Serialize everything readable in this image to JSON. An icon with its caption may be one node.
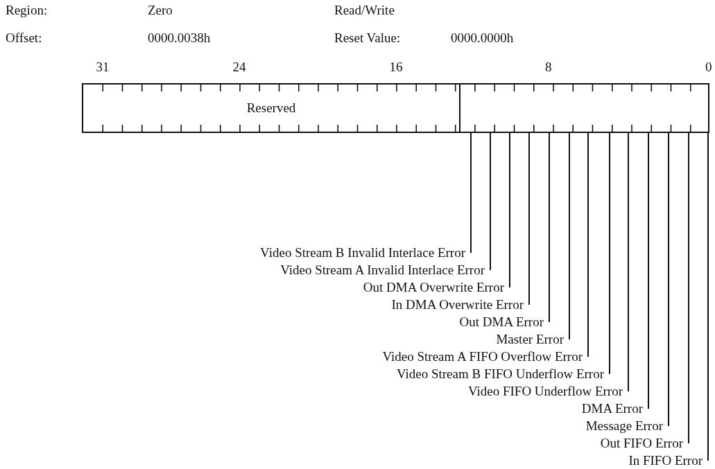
{
  "diagram": {
    "nodes": [
      {
        "text": [
          "Reserved"
        ]
      },
      {
        "text": [],
        "shape": "box"
      },
      {
        "text": [
          "Video Stream B Invalid Interlace Error"
        ]
      },
      {
        "text": [
          "Video Stream A Invalid Interlace Error"
        ]
      },
      {
        "text": [
          "Out DMA Overwrite Error"
        ]
      },
      {
        "text": [
          "In DMA Overwrite Error"
        ]
      },
      {
        "text": [
          "Out DMA Error"
        ]
      },
      {
        "text": [
          "Master Error"
        ]
      },
      {
        "text": [
          "Video Stream A FIFO Overflow Error"
        ]
      },
      {
        "text": [
          "Video Stream B FIFO Underflow Error"
        ]
      },
      {
        "text": [
          "Video FIFO Underflow Error"
        ]
      },
      {
        "text": [
          "DMA Error"
        ]
      },
      {
        "text": [
          "Message Error"
        ]
      },
      {
        "text": [
          "Out FIFO Error"
        ]
      },
      {
        "text": [
          "In FIFO Error"
        ]
      }
    ],
    "edges": [
      {
        "from": 2,
        "to": 1,
        "arrow": "none"
      },
      {
        "from": 3,
        "to": 1,
        "arrow": "none"
      },
      {
        "from": 4,
        "to": 1,
        "arrow": "none"
      },
      {
        "from": 5,
        "to": 1,
        "arrow": "none"
      },
      {
        "from": 6,
        "to": 1,
        "arrow": "none"
      },
      {
        "from": 7,
        "to": 1,
        "arrow": "none"
      },
      {
        "from": 8,
        "to": 1,
        "arrow": "none"
      },
      {
        "from": 9,
        "to": 1,
        "arrow": "none"
      },
      {
        "from": 10,
        "to": 1,
        "arrow": "none"
      },
      {
        "from": 11,
        "to": 1,
        "arrow": "none"
      },
      {
        "from": 12,
        "to": 1,
        "arrow": "none"
      },
      {
        "from": 13,
        "to": 1,
        "arrow": "none"
      },
      {
        "from": 14,
        "to": 1,
        "arrow": "none"
      }
    ],
    "labels": [
      "Region:",
      "Zero",
      "Read/Write",
      "Offset:",
      "0000.0038h",
      "Reset Value:",
      "0000.0000h",
      "31",
      "24",
      "16",
      "8",
      "0"
    ]
  }
}
